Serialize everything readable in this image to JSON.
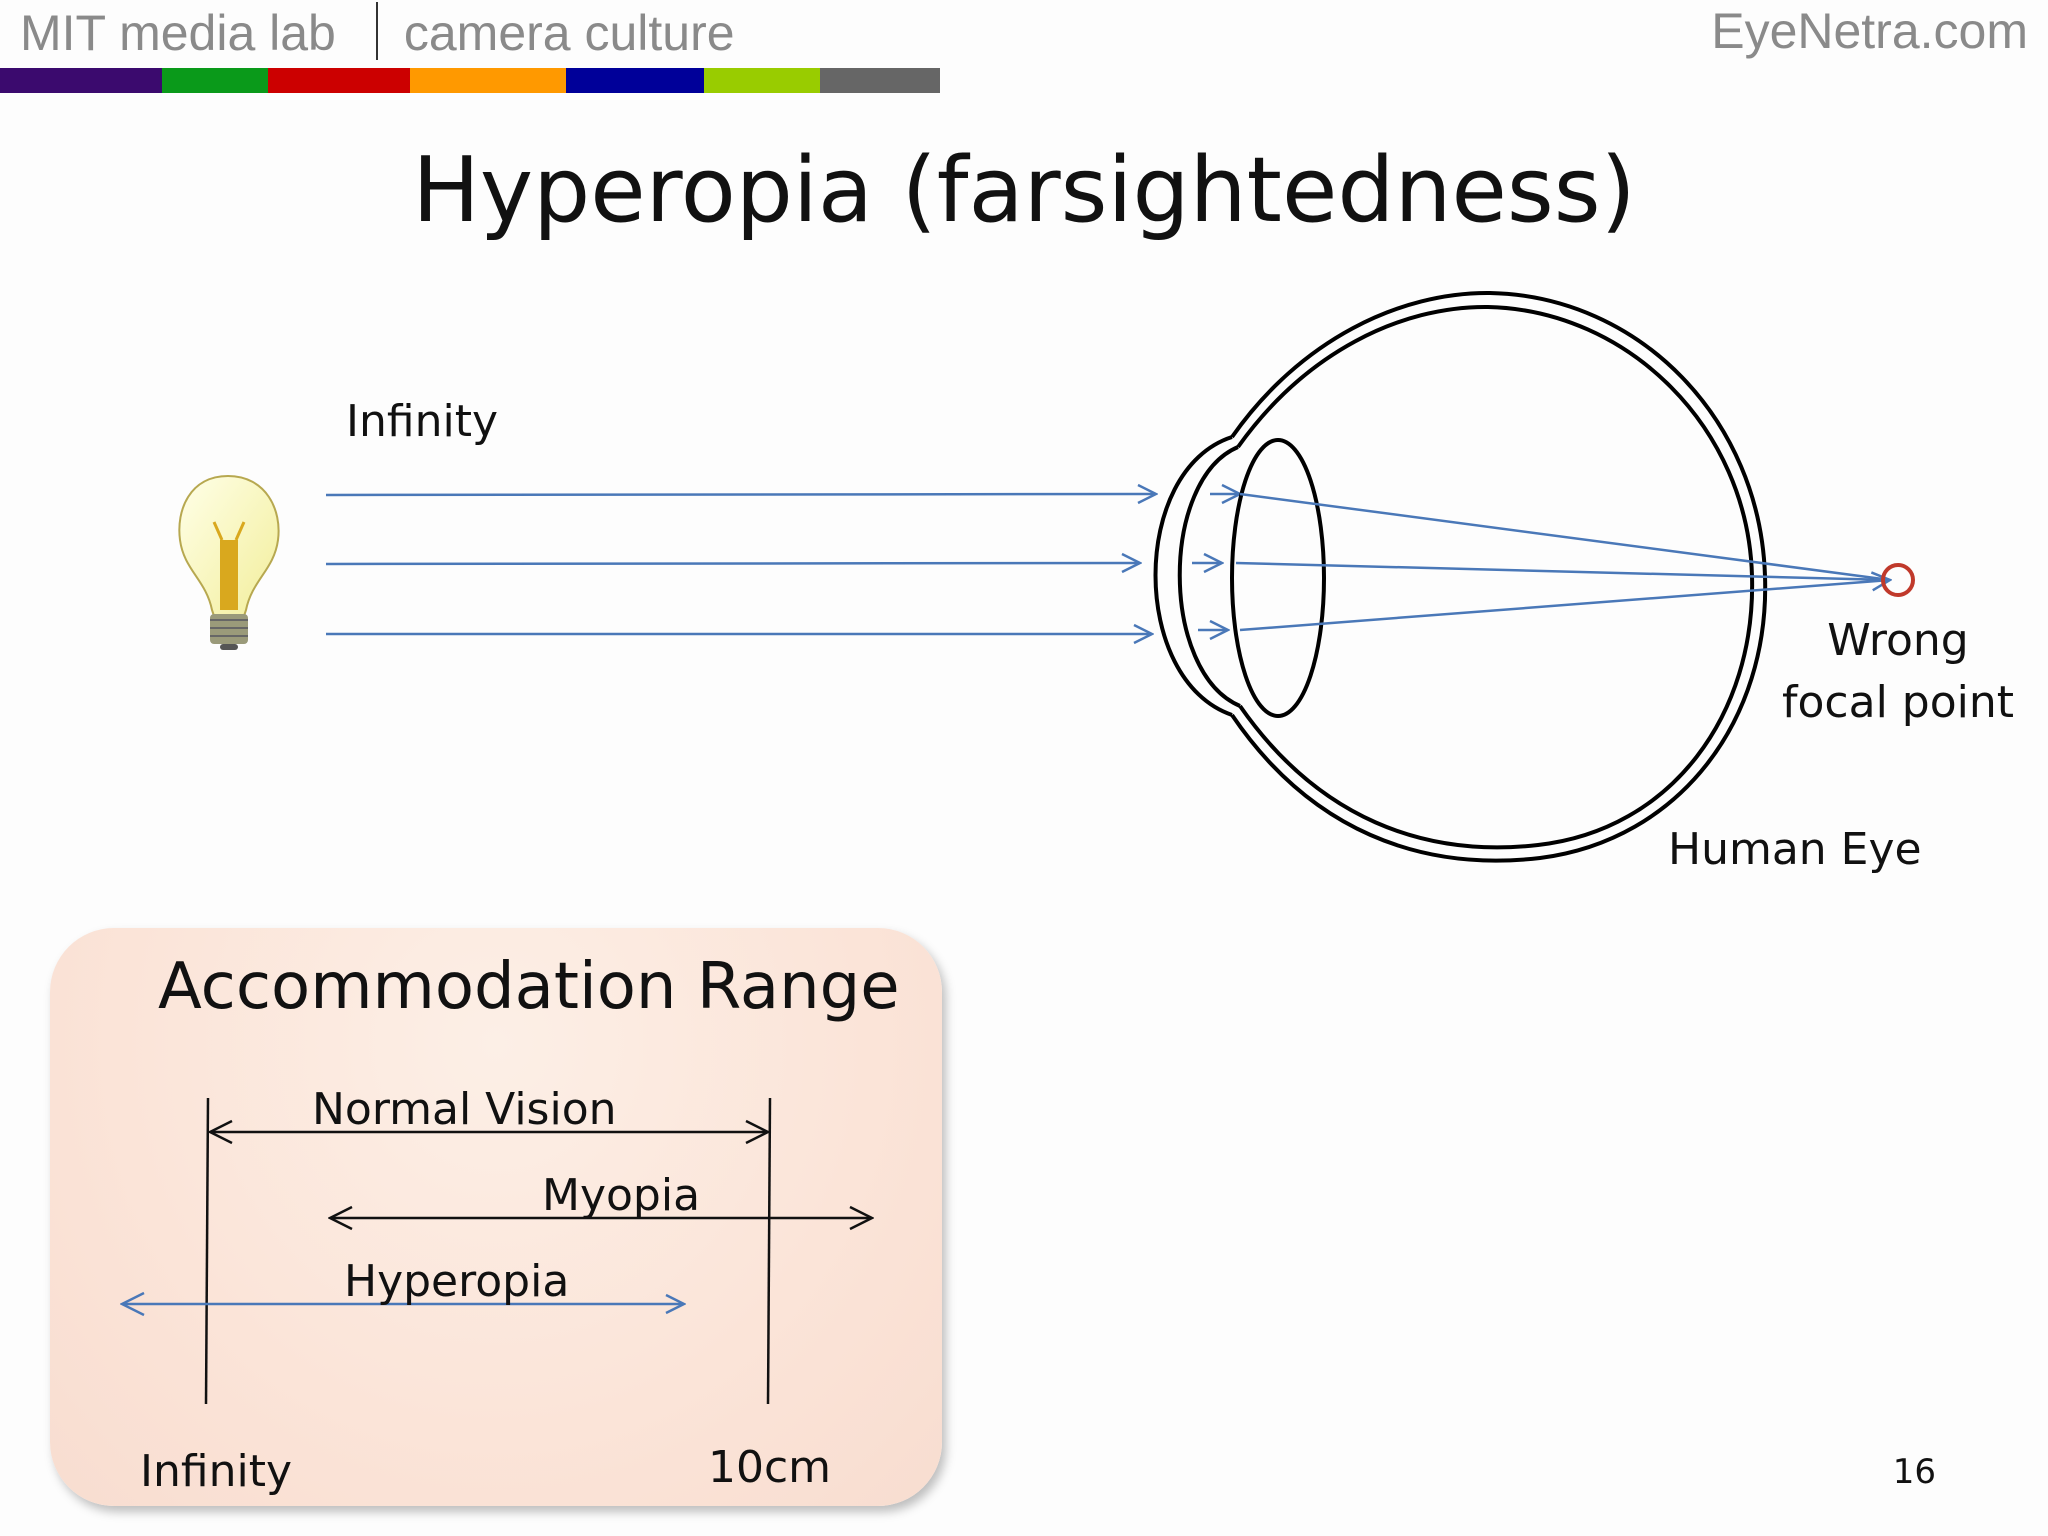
{
  "header": {
    "lab": "MIT media lab",
    "group": "camera culture",
    "site": "EyeNetra.com",
    "colors": [
      "#3b0a6e",
      "#0a9a1a",
      "#cc0000",
      "#ff9900",
      "#000099",
      "#99cc00",
      "#666666"
    ]
  },
  "title": "Hyperopia (farsightedness)",
  "diagram": {
    "source_label": "Infinity",
    "focal_label_line1": "Wrong",
    "focal_label_line2": "focal point",
    "eye_label": "Human Eye",
    "light_bulb_icon": "light-bulb-icon"
  },
  "accommodation": {
    "title": "Accommodation Range",
    "normal": "Normal Vision",
    "myopia": "Myopia",
    "hyperopia": "Hyperopia",
    "left_label": "Infinity",
    "right_label": "10cm"
  },
  "page_number": "16"
}
